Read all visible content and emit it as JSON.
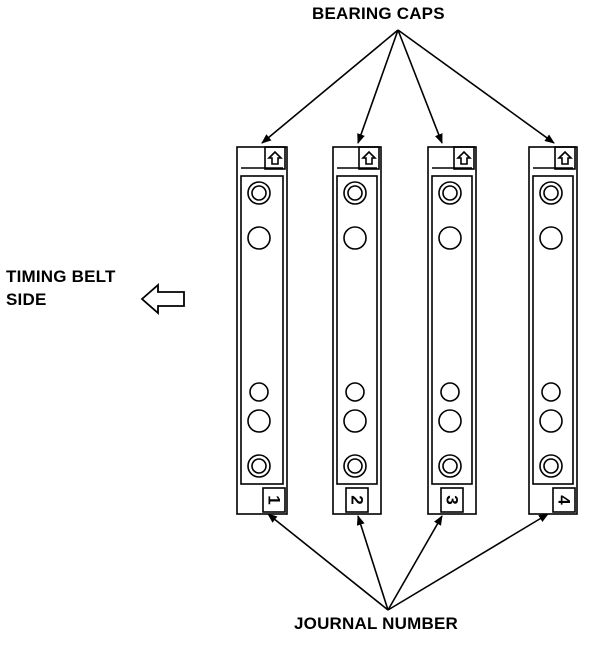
{
  "labels": {
    "top": "BEARING CAPS",
    "side_line1": "TIMING BELT",
    "side_line2": "SIDE",
    "bottom": "JOURNAL NUMBER"
  },
  "caps": [
    {
      "journal": "1"
    },
    {
      "journal": "2"
    },
    {
      "journal": "3"
    },
    {
      "journal": "4"
    }
  ],
  "colors": {
    "line": "#000000",
    "background": "#ffffff"
  }
}
